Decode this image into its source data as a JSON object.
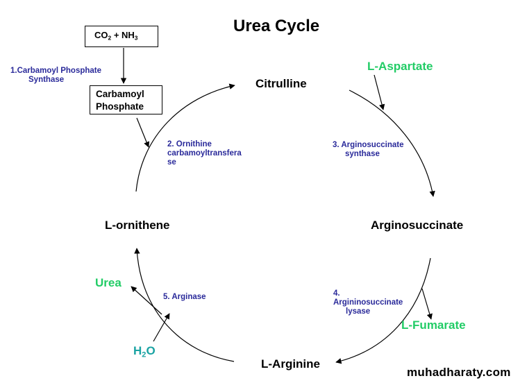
{
  "title": "Urea Cycle",
  "input_box": {
    "part1": "CO",
    "sub1": "2",
    "part2": " + NH",
    "sub2": "3"
  },
  "product_box": {
    "line1": "Carbamoyl",
    "line2": "Phosphate"
  },
  "enzymes": {
    "e1": {
      "line1": "1.Carbamoyl Phosphate",
      "line2": "Synthase"
    },
    "e2": {
      "line1": "2. Ornithine",
      "line2": "carbamoyltransfera",
      "line3": "se"
    },
    "e3": {
      "line1": "3. Arginosuccinate",
      "line2": "synthase"
    },
    "e4": {
      "line1": "4.",
      "line2": "Argininosuccinate",
      "line3": "lysase"
    },
    "e5": {
      "line1": "5. Arginase"
    }
  },
  "intermediates": {
    "citrulline": "Citrulline",
    "arginosuccinate": "Arginosuccinate",
    "arginine": "L-Arginine",
    "ornithine": "L-ornithene"
  },
  "side_molecules": {
    "aspartate": "L-Aspartate",
    "fumarate": "L-Fumarate",
    "urea": "Urea",
    "water": {
      "main": "H",
      "sub": "2",
      "end": "O"
    }
  },
  "watermark": "muhadharaty.com",
  "colors": {
    "green": "#22cc66",
    "enzyme_blue": "#2a2a9a",
    "water_teal": "#1aa3a3"
  }
}
